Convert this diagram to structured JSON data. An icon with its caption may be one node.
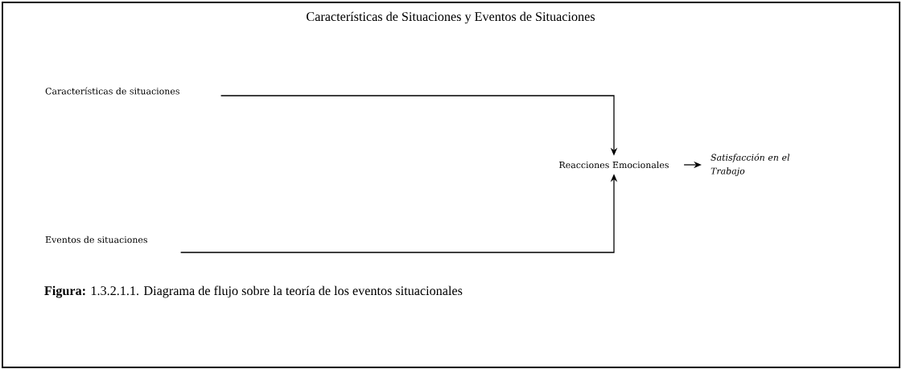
{
  "diagram": {
    "title": "Características de Situaciones y Eventos de Situaciones",
    "nodes": [
      {
        "text": [
          "Características de situaciones"
        ]
      },
      {
        "text": [
          "Eventos de situaciones"
        ]
      },
      {
        "text": [
          "Reacciones Emocionales"
        ]
      },
      {
        "text": [
          "Satisfacción en el Trabajo"
        ]
      }
    ],
    "edges": [
      {
        "from": 0,
        "to": 2,
        "arrow": "to"
      },
      {
        "from": 1,
        "to": 2,
        "arrow": "to"
      },
      {
        "from": 2,
        "to": 3,
        "arrow": "to"
      }
    ],
    "caption": "**Figura:** 1.3.2.1.1. Diagrama de flujo sobre la teoría de los eventos situacionales"
  }
}
